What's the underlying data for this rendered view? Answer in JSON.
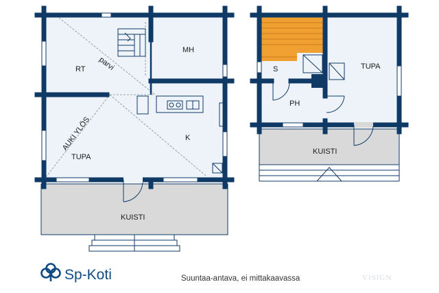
{
  "plan1": {
    "labels": {
      "rt": "RT",
      "mh": "MH",
      "parvi": "parvi",
      "auki_ylos": "AUKI YLÖS",
      "tupa": "TUPA",
      "k": "K",
      "kuisti": "KUISTI"
    }
  },
  "plan2": {
    "labels": {
      "s": "S",
      "tupa": "TUPA",
      "ph": "PH",
      "kuisti": "KUISTI"
    }
  },
  "footer": {
    "brand": "Sp-Koti",
    "caption": "Suuntaa-antava, ei mittakaavassa",
    "watermark": "VISIGN"
  },
  "colors": {
    "wall": "#0f3a66",
    "brand": "#0f4a85",
    "porch": "#d9d9d9",
    "sauna_bench": "#f0a030"
  }
}
